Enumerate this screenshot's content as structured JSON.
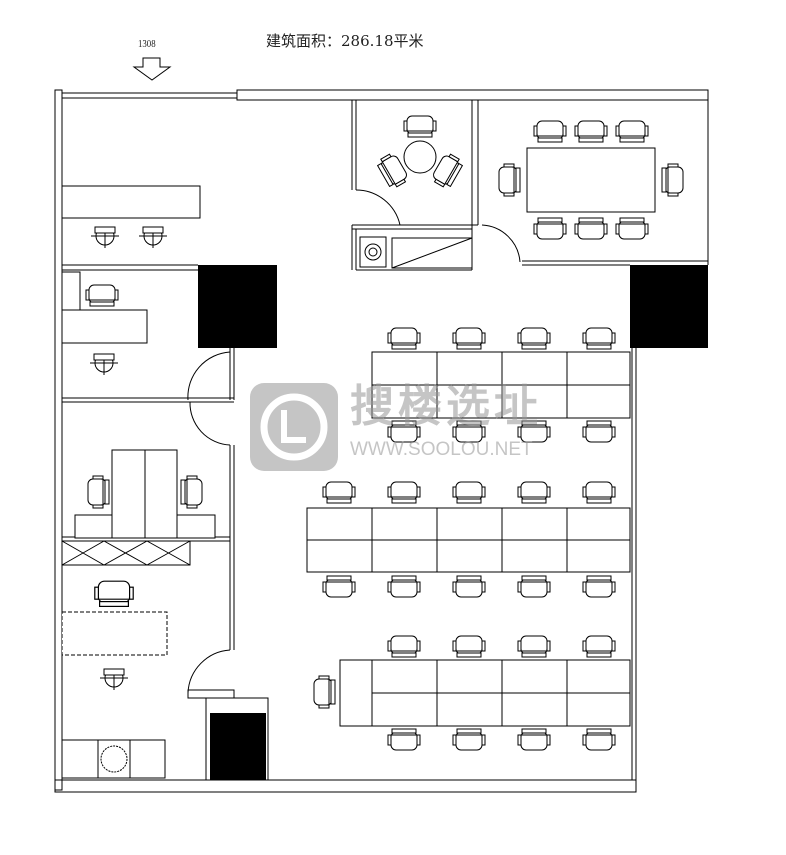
{
  "header": {
    "area_label": "建筑面积：286.18平米",
    "entrance_number": "1308"
  },
  "watermark": {
    "brand_cn": "搜楼选址",
    "url": "WWW.SOOLOU.NET"
  },
  "colors": {
    "line": "#000000",
    "column": "#000000",
    "watermark": "#969696"
  }
}
